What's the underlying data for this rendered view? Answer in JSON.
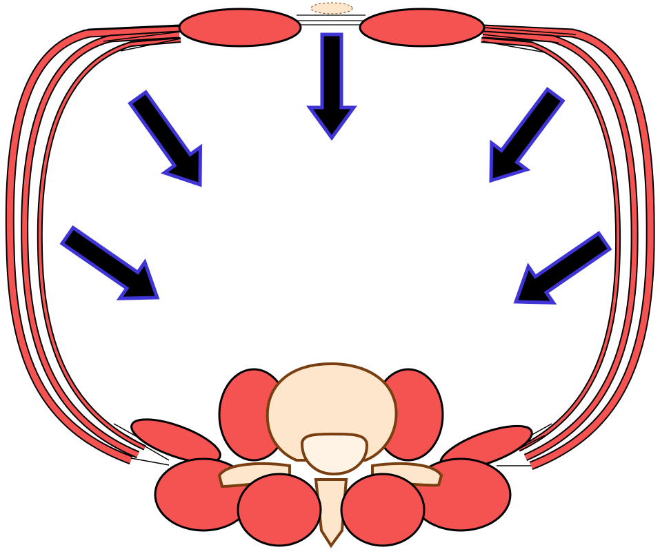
{
  "colors": {
    "muscle": "#f55252",
    "bone": "#fde6cc",
    "bone_outline": "#7a3f10",
    "arrow_fill": "#000000",
    "arrow_outline": "#3f34d6",
    "outline": "#000000",
    "background": "#ffffff"
  },
  "diagram": {
    "arrows": [
      {
        "name": "arrow-top-center",
        "direction": "down"
      },
      {
        "name": "arrow-upper-left",
        "direction": "down-right"
      },
      {
        "name": "arrow-upper-right",
        "direction": "down-left"
      },
      {
        "name": "arrow-lower-left",
        "direction": "down-right"
      },
      {
        "name": "arrow-lower-right",
        "direction": "down-left"
      }
    ]
  }
}
